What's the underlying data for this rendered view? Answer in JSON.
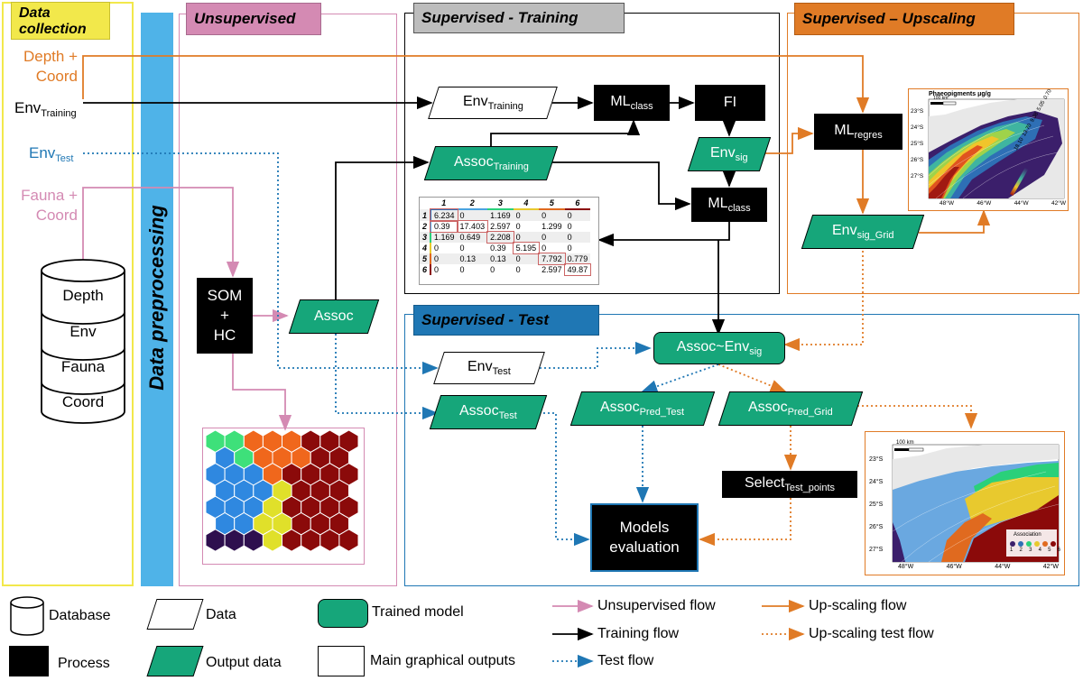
{
  "panels": {
    "data_collection": "Data collection",
    "preprocessing": "Data preprocessing",
    "unsupervised": "Unsupervised",
    "sup_training": "Supervised - Training",
    "sup_upscaling": "Supervised – Upscaling",
    "sup_test": "Supervised - Test"
  },
  "inputs": {
    "depth_coord_1": "Depth +",
    "depth_coord_2": "Coord",
    "env_training": "Env",
    "env_training_sub": "Training",
    "env_test": "Env",
    "env_test_sub": "Test",
    "fauna_coord_1": "Fauna +",
    "fauna_coord_2": "Coord"
  },
  "database": [
    "Depth",
    "Env",
    "Fauna",
    "Coord"
  ],
  "nodes": {
    "som_hc": [
      "SOM",
      "+",
      "HC"
    ],
    "assoc": "Assoc",
    "env_training_data": "Env",
    "env_training_data_sub": "Training",
    "ml_class_1": "ML",
    "ml_class_1_sub": "class",
    "fi": "FI",
    "assoc_training": "Assoc",
    "assoc_training_sub": "Training",
    "env_sig": "Env",
    "env_sig_sub": "sig",
    "ml_class_2": "ML",
    "ml_class_2_sub": "class",
    "ml_regres": "ML",
    "ml_regres_sub": "regres",
    "env_sig_grid": "Env",
    "env_sig_grid_sub": "sig_Grid",
    "assoc_env_sig": "Assoc~Env",
    "assoc_env_sig_sub": "sig",
    "env_test_data": "Env",
    "env_test_data_sub": "Test",
    "assoc_test": "Assoc",
    "assoc_test_sub": "Test",
    "assoc_pred_test": "Assoc",
    "assoc_pred_test_sub": "Pred_Test",
    "assoc_pred_grid": "Assoc",
    "assoc_pred_grid_sub": "Pred_Grid",
    "select_test_points": "Select",
    "select_test_points_sub": "Test_points",
    "models_evaluation": [
      "Models",
      "evaluation"
    ]
  },
  "matrix": {
    "headers": [
      "",
      "1",
      "2",
      "3",
      "4",
      "5",
      "6"
    ],
    "rows": [
      [
        "1",
        "6.234",
        "0",
        "1.169",
        "0",
        "0",
        "0"
      ],
      [
        "2",
        "0.39",
        "17.403",
        "2.597",
        "0",
        "1.299",
        "0"
      ],
      [
        "3",
        "1.169",
        "0.649",
        "2.208",
        "0",
        "0",
        "0"
      ],
      [
        "4",
        "0",
        "0",
        "0.39",
        "5.195",
        "0",
        "0"
      ],
      [
        "5",
        "0",
        "0.13",
        "0.13",
        "0",
        "7.792",
        "0.779"
      ],
      [
        "6",
        "0",
        "0",
        "0",
        "0",
        "2.597",
        "49.87"
      ]
    ]
  },
  "map_regres": {
    "title": "Phaeopigments μg/g",
    "scale": "100 km",
    "lat_ticks": [
      "23°S",
      "24°S",
      "25°S",
      "26°S",
      "27°S"
    ],
    "lon_ticks": [
      "48°W",
      "46°W",
      "44°W",
      "42°W"
    ],
    "legend_values": [
      "18.10",
      "13.70",
      "9.38",
      "5.05",
      "0.70"
    ]
  },
  "map_assoc": {
    "scale": "100 km",
    "lat_ticks": [
      "23°S",
      "24°S",
      "25°S",
      "26°S",
      "27°S"
    ],
    "lon_ticks": [
      "48°W",
      "46°W",
      "44°W",
      "42°W"
    ],
    "legend_title": "Association",
    "legend_values": [
      "1",
      "2",
      "3",
      "4",
      "5",
      "6"
    ]
  },
  "legend": {
    "database": "Database",
    "data": "Data",
    "trained_model": "Trained model",
    "process": "Process",
    "output_data": "Output data",
    "main_graphical_outputs": "Main graphical outputs",
    "unsupervised_flow": "Unsupervised flow",
    "training_flow": "Training flow",
    "test_flow": "Test flow",
    "upscaling_flow": "Up-scaling flow",
    "upscaling_test_flow": "Up-scaling test flow"
  },
  "colors": {
    "yellow": "#f2e84b",
    "pink": "#d48ab3",
    "blue_bar": "#4fb3e8",
    "orange": "#e07b26",
    "test_blue": "#1f77b4",
    "green": "#16a67a",
    "grey": "#bdbdbd"
  }
}
